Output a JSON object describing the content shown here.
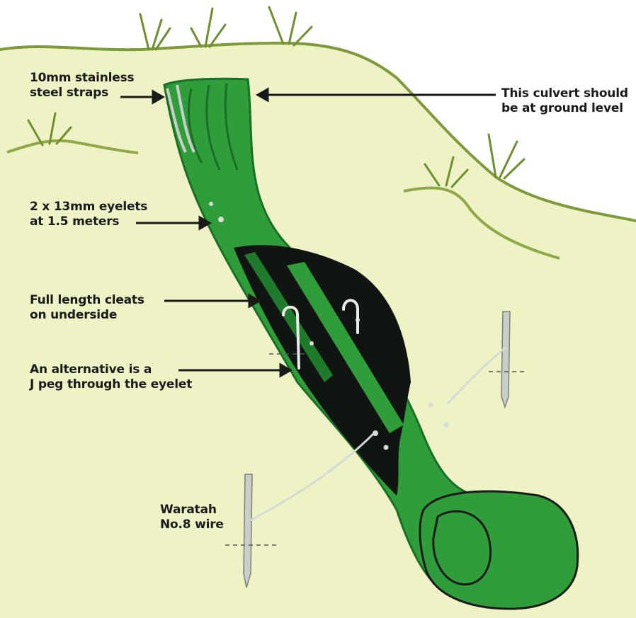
{
  "diagram": {
    "labels": {
      "straps": [
        "10mm stainless",
        "steel straps"
      ],
      "culvert_level": [
        "This culvert should",
        "be at ground level"
      ],
      "eyelets": [
        "2 x 13mm eyelets",
        "at 1.5 meters"
      ],
      "cleats": [
        "Full length cleats",
        "on underside"
      ],
      "jpeg": [
        "An alternative is a",
        "J peg through the eyelet"
      ],
      "waratah": [
        "Waratah",
        "No.8 wire"
      ]
    },
    "colors": {
      "ground": "#eef2c4",
      "grass": "#8fa84a",
      "culvert_green": "#2f9e3a",
      "culvert_dark": "#1a6e25",
      "cleat_black": "#111511",
      "arrow": "#1a1a1a",
      "waratah_steel": "#c9cfc8"
    }
  }
}
